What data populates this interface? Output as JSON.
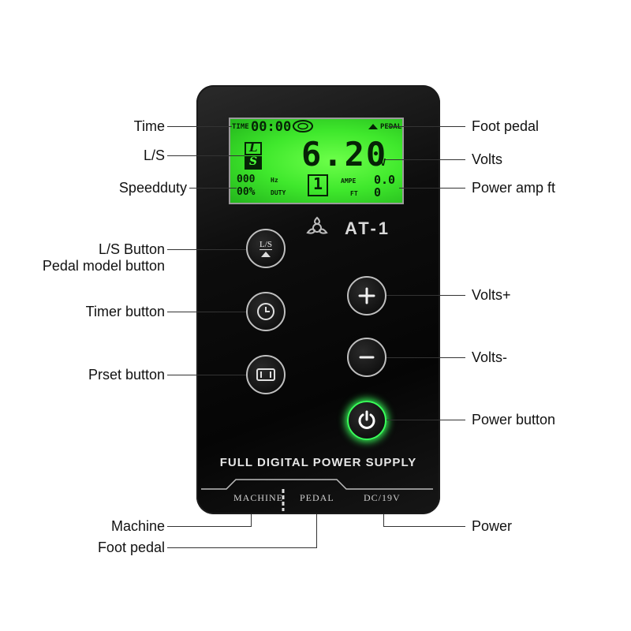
{
  "labels": {
    "time": "Time",
    "ls": "L/S",
    "speedduty": "Speedduty",
    "ls_button": "L/S Button",
    "pedal_model_button": "Pedal model button",
    "timer_button": "Timer button",
    "preset_button": "Prset button",
    "machine": "Machine",
    "foot_pedal_bottom": "Foot pedal",
    "foot_pedal_top": "Foot pedal",
    "volts": "Volts",
    "power_amp_ft": "Power amp ft",
    "volts_plus": "Volts+",
    "volts_minus": "Volts-",
    "power_button": "Power button",
    "power": "Power"
  },
  "lcd": {
    "time_label": "TIME",
    "time_value": "00:00",
    "pedal_label": "PEDAL",
    "l_mode": "L",
    "s_mode": "S",
    "voltage": "6.20",
    "voltage_unit": "V",
    "hz_value": "000",
    "hz_unit": "Hz",
    "duty_value": "00%",
    "duty_unit": "DUTY",
    "preset_digit": "1",
    "ampe_label": "AMPE",
    "ampe_value": "0.0",
    "ft_label": "FT",
    "ft_value": "0"
  },
  "device": {
    "brand": "AT-1",
    "ls_button_text": "L/S",
    "footer_title": "FULL DIGITAL POWER SUPPLY",
    "port_machine": "MACHINE",
    "port_pedal": "PEDAL",
    "port_power": "DC/19V"
  },
  "colors": {
    "lcd_green": "#3fe82c",
    "power_glow": "#39ff5a",
    "device_body": "#0d0d0d"
  }
}
